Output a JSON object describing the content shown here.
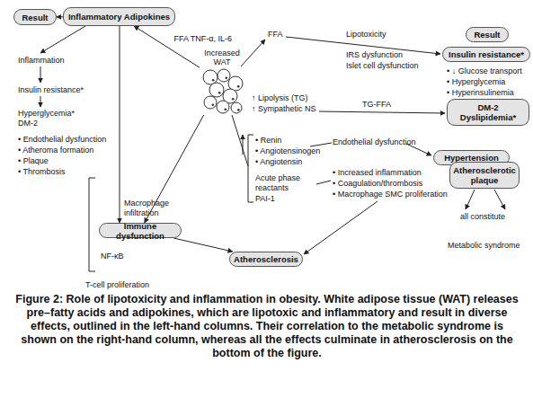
{
  "diagram": {
    "caption": "Figure 2: Role of lipotoxicity and inflammation in obesity. White adipose tissue (WAT) releases pre–fatty acids and adipokines, which are lipotoxic and inflammatory and result in diverse effects, outlined in the left-hand columns. Their correlation to the metabolic syndrome is shown on the right-hand column, whereas all the effects culminate in atherosclerosis on the bottom of the figure.",
    "nodes": [
      {
        "text": [
          "Result"
        ]
      },
      {
        "text": [
          "Inflammatory Adipokines"
        ]
      },
      {
        "text": [
          "Result"
        ]
      },
      {
        "text": [
          "Increased WAT"
        ]
      },
      {
        "text": [
          "Insulin resistance*"
        ]
      },
      {
        "text": [
          "DM-2 Dyslipidemia*"
        ]
      },
      {
        "text": [
          "Hypertension"
        ]
      },
      {
        "text": [
          "Atherosclerotic plaque"
        ]
      },
      {
        "text": [
          "Immune dysfunction"
        ]
      },
      {
        "text": [
          "Atherosclerosis"
        ]
      }
    ],
    "edges": [
      {
        "from": 1,
        "to": 0,
        "arrow": "to"
      },
      {
        "from": 3,
        "to": 1,
        "label": "FFA TNF-α, IL-6",
        "arrow": "to"
      },
      {
        "from": 1,
        "to": 8,
        "arrow": "to"
      },
      {
        "from": 3,
        "to": 8,
        "arrow": "to"
      },
      {
        "from": 8,
        "to": 9,
        "arrow": "to"
      }
    ],
    "labels": [
      "Inflammation",
      "Insulin resistance*",
      "Hyperglycemia*",
      "DM-2",
      "• Endothelial dysfunction",
      "• Atheroma formation",
      "• Plaque",
      "• Thrombosis",
      "Macrophage infiltration",
      "NF-κB",
      "T-cell proliferation",
      "FFA",
      "Lipotoxicity",
      "IRS dysfunction",
      "Islet cell dysfunction",
      "• ↓ Glucose transport",
      "• Hyperglycemia",
      "• Hyperinsulinemia",
      "↑ Lipolysis (TG)",
      "↑ Sympathetic NS",
      "TG-FFA",
      "• Renin",
      "• Angiotensinogen",
      "• Angiotensin",
      "Endothelial dysfunction",
      "Acute phase reactants",
      "PAI-1",
      "• Increased inflammation",
      "• Coagulation/thrombosis",
      "• Macrophage SMC proliferation",
      "all constitute",
      "Metabolic syndrome"
    ]
  }
}
